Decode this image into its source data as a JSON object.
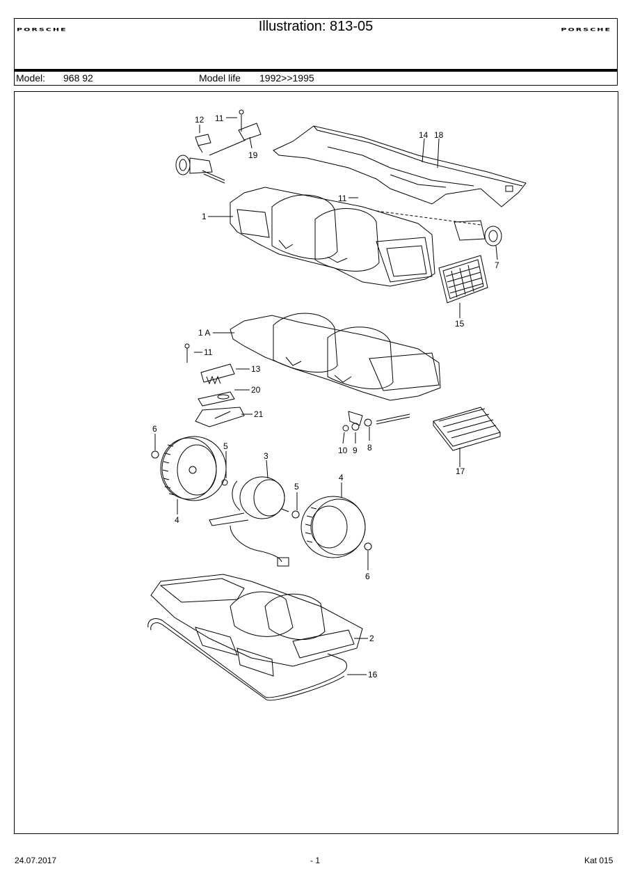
{
  "header": {
    "brand_left": "PORSCHE",
    "title": "Illustration: 813-05",
    "brand_right": "PORSCHE"
  },
  "model": {
    "label": "Model:",
    "value": "968 92",
    "life_label": "Model life",
    "life_value": "1992>>1995"
  },
  "callouts": {
    "c12": "12",
    "c11a": "11",
    "c19": "19",
    "c14": "14",
    "c18": "18",
    "c11b": "11",
    "c1": "1",
    "c7": "7",
    "c15": "15",
    "c1a": "1 A",
    "c11c": "11",
    "c13": "13",
    "c20": "20",
    "c21": "21",
    "c6a": "6",
    "c5a": "5",
    "c3": "3",
    "c10": "10",
    "c9": "9",
    "c8": "8",
    "c17": "17",
    "c4a": "4",
    "c5b": "5",
    "c4b": "4",
    "c6b": "6",
    "c2": "2",
    "c16": "16"
  },
  "footer": {
    "date": "24.07.2017",
    "page": "- 1",
    "catalog": "Kat 015"
  }
}
